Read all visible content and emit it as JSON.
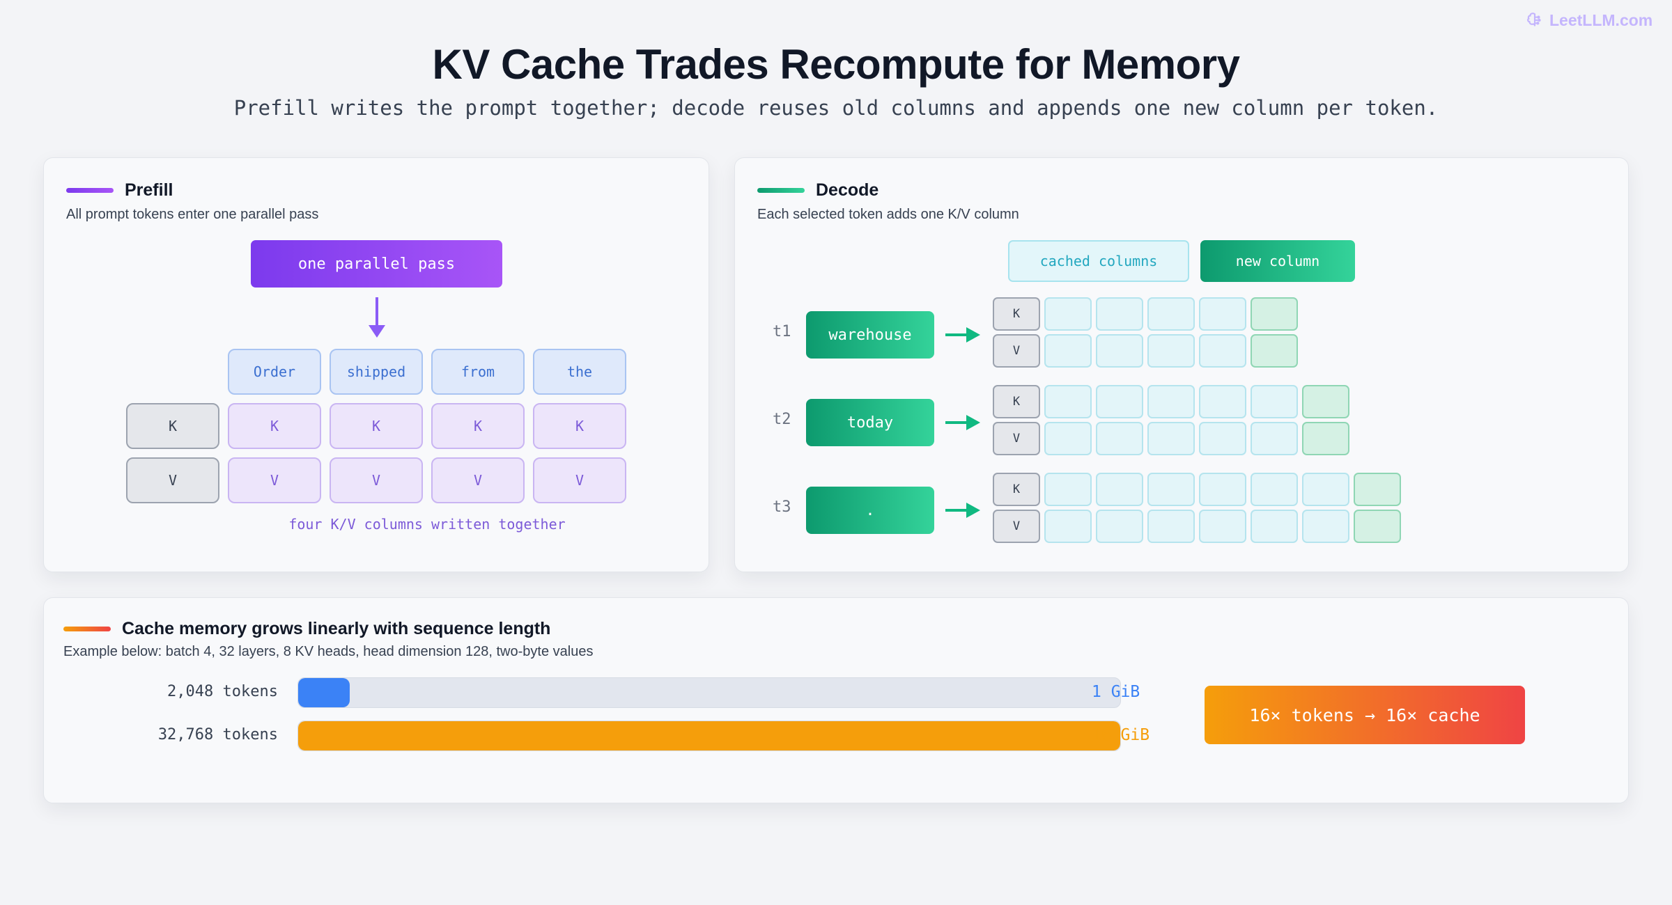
{
  "brand": {
    "text": "LeetLLM.com",
    "icon": "brain-icon"
  },
  "title": "KV Cache Trades Recompute for Memory",
  "subtitle": "Prefill writes the prompt together; decode reuses old columns and appends one new column per token.",
  "prefill": {
    "title": "Prefill",
    "subtitle": "All prompt tokens enter one parallel pass",
    "pass_label": "one parallel pass",
    "tokens": [
      "Order",
      "shipped",
      "from",
      "the"
    ],
    "k_label": "K",
    "v_label": "V",
    "caption": "four K/V columns written together",
    "accent_color": "#8b5cf6"
  },
  "decode": {
    "title": "Decode",
    "subtitle": "Each selected token adds one K/V column",
    "legend_cached": "cached columns",
    "legend_new": "new column",
    "k_label": "K",
    "v_label": "V",
    "steps": [
      {
        "label": "t1",
        "token": "warehouse",
        "cached": 4
      },
      {
        "label": "t2",
        "token": "today",
        "cached": 5
      },
      {
        "label": "t3",
        "token": ".",
        "cached": 6
      }
    ],
    "accent_color": "#10b981"
  },
  "memory": {
    "title": "Cache memory grows linearly with sequence length",
    "subtitle": "Example below: batch 4, 32 layers, 8 KV heads, head dimension 128, two-byte values",
    "bars": [
      {
        "label": "2,048 tokens",
        "value": "1 GiB",
        "gib": 1,
        "color": "#3b82f6"
      },
      {
        "label": "32,768 tokens",
        "value": "16 GiB",
        "gib": 16,
        "color": "#f59e0b"
      }
    ],
    "callout": "16× tokens → 16× cache",
    "accent_color": "#f97316"
  }
}
